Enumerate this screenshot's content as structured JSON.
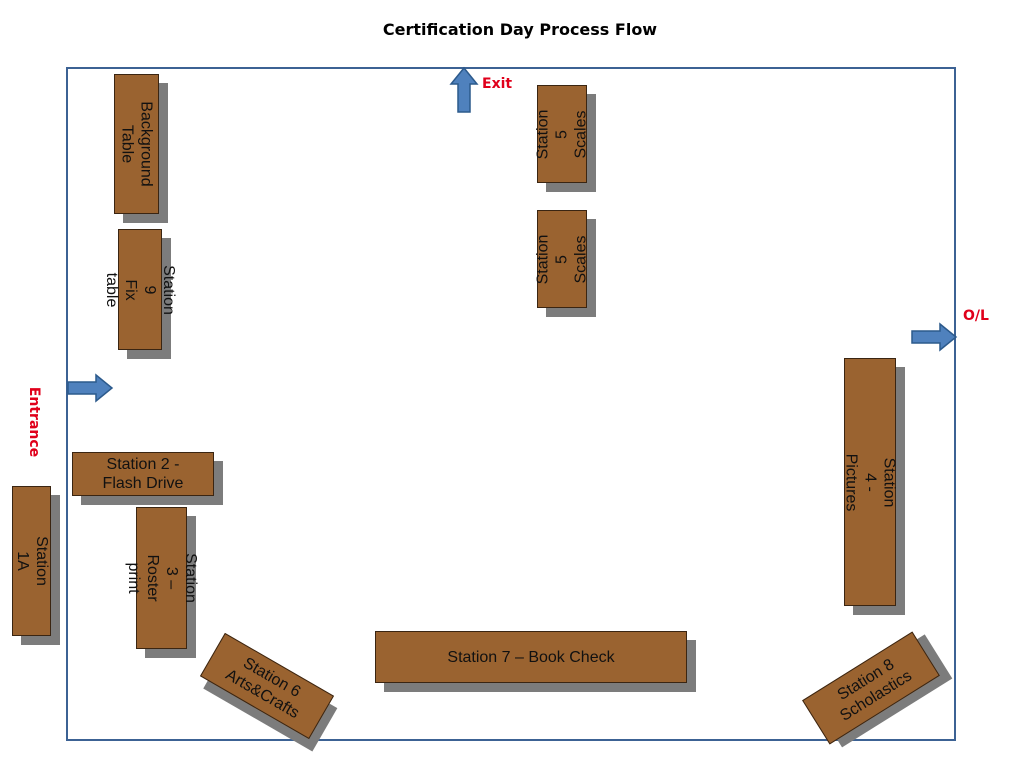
{
  "title": "Certification Day Process Flow",
  "labels": {
    "exit": "Exit",
    "entrance": "Entrance",
    "ol": "O/L"
  },
  "stations": {
    "background": "Background\nTable",
    "station9": "Station 9\nFix table",
    "station2": "Station 2 -\nFlash Drive",
    "station1a": "Station 1A",
    "station3": "Station  3 –\nRoster print",
    "station6": "Station 6\nArts&Crafts",
    "station7": "Station  7 – Book Check",
    "station8": "Station 8\nScholastics",
    "station4": "Station  4 - Pictures",
    "station5a": "Station 5\nScales",
    "station5b": "Station 5\nScales"
  },
  "colors": {
    "table_fill": "#9a6330",
    "arrow_fill": "#4f81bd",
    "room_border": "#3c6294",
    "label_red": "#e0001b"
  },
  "icons": {
    "exit_arrow": "arrow-up-icon",
    "entrance_arrow": "arrow-right-icon",
    "ol_arrow": "arrow-right-icon"
  }
}
